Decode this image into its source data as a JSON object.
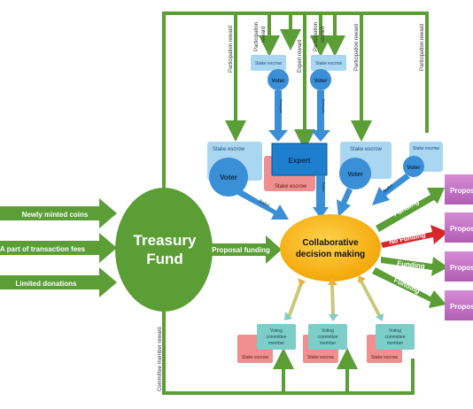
{
  "inputs": {
    "minted": "Newly minted coins",
    "fees": "A part of transaction fees",
    "donations": "Limited donations"
  },
  "treasury": {
    "line1": "Treasury",
    "line2": "Fund"
  },
  "proposal_funding": "Proposal funding",
  "decision": {
    "line1": "Collaborative",
    "line2": "decision making"
  },
  "top_labels": {
    "participation_reward": "Participation reward",
    "participation_reward_a": "Participation",
    "participation_reward_b": "reward",
    "expert_reward": "Expert reward"
  },
  "nodes": {
    "stake_escrow": "Stake escrow",
    "voter": "Voter",
    "expert": "Expert",
    "delegate": "Delegate",
    "ballot": "Ballot",
    "voting_committee_a": "Voting",
    "voting_committee_b": "committee",
    "voting_committee_c": "member"
  },
  "outcomes": {
    "funding": "Funding",
    "no_funding": "No Funding"
  },
  "proposals": [
    "Proposal",
    "Proposal",
    "Proposal",
    "Proposal"
  ],
  "committee_reward": "Committee member reward",
  "colors": {
    "green": "#5a9e35",
    "light_green_arrow": "#6cae3a",
    "blue": "#3a8fd6",
    "light_blue": "#a9d7f2",
    "pink": "#ef8f8f",
    "teal": "#7dcdc9",
    "yellow": "#f5b400",
    "red": "#d9262b",
    "purple": "#c46ec5"
  }
}
